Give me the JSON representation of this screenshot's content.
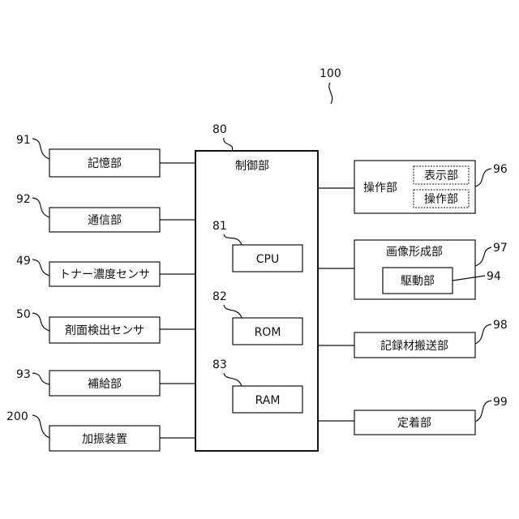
{
  "system_ref": "100",
  "controller": {
    "ref": "80",
    "label": "制御部",
    "cpu": {
      "ref": "81",
      "label": "CPU"
    },
    "rom": {
      "ref": "82",
      "label": "ROM"
    },
    "ram": {
      "ref": "83",
      "label": "RAM"
    }
  },
  "left_blocks": [
    {
      "ref": "91",
      "label": "記憶部"
    },
    {
      "ref": "92",
      "label": "通信部"
    },
    {
      "ref": "49",
      "label": "トナー濃度センサ"
    },
    {
      "ref": "50",
      "label": "剤面検出センサ"
    },
    {
      "ref": "93",
      "label": "補給部"
    },
    {
      "ref": "200",
      "label": "加振装置"
    }
  ],
  "operation_unit": {
    "ref": "96",
    "label": "操作部",
    "display": "表示部",
    "operation": "操作部"
  },
  "image_forming": {
    "ref": "97",
    "label": "画像形成部",
    "drive": {
      "ref": "94",
      "label": "駆動部"
    }
  },
  "recording_transport": {
    "ref": "98",
    "label": "記録材搬送部"
  },
  "fixing": {
    "ref": "99",
    "label": "定着部"
  }
}
